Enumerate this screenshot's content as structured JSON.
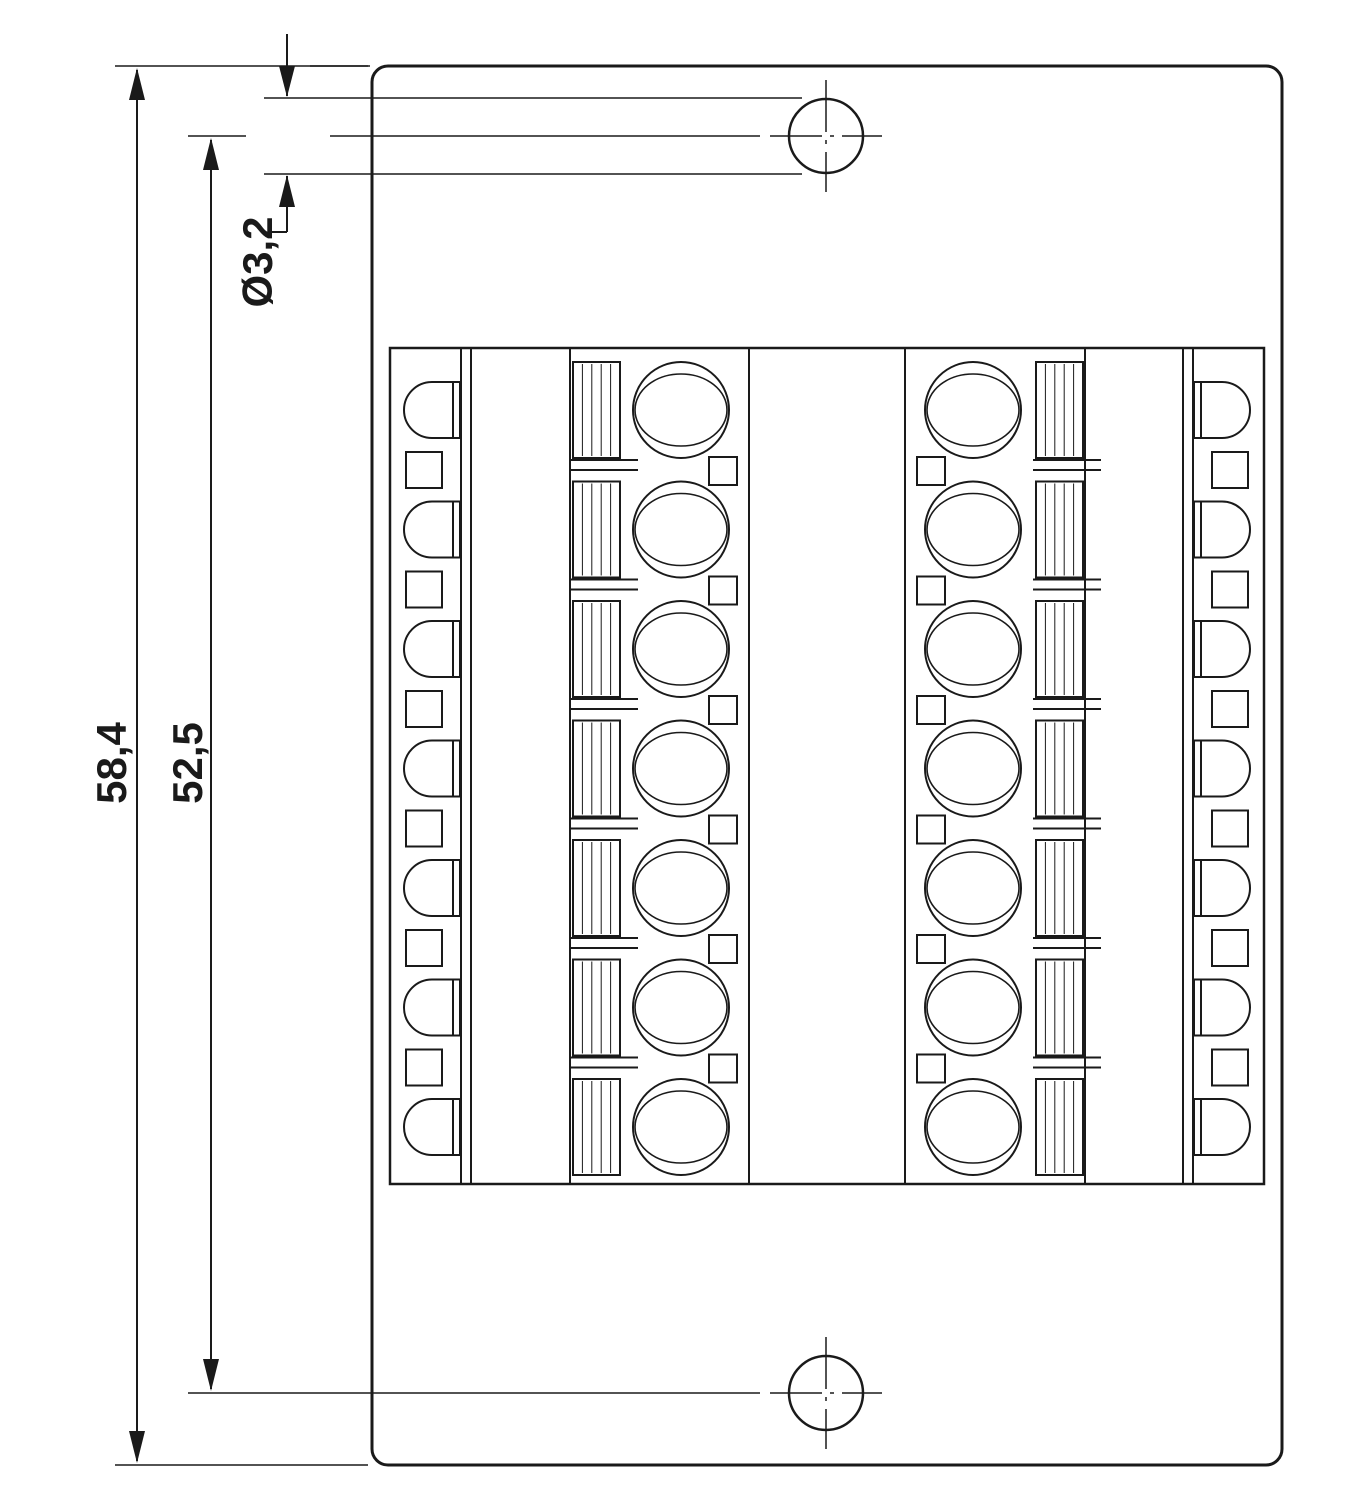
{
  "dimensions": {
    "overall_height": "58,4",
    "hole_spacing": "52,5",
    "hole_diameter": "Ø3,2"
  },
  "drawing": {
    "terminals_per_row": 7,
    "line_color": "#1a1a1a",
    "background_color": "#ffffff"
  }
}
